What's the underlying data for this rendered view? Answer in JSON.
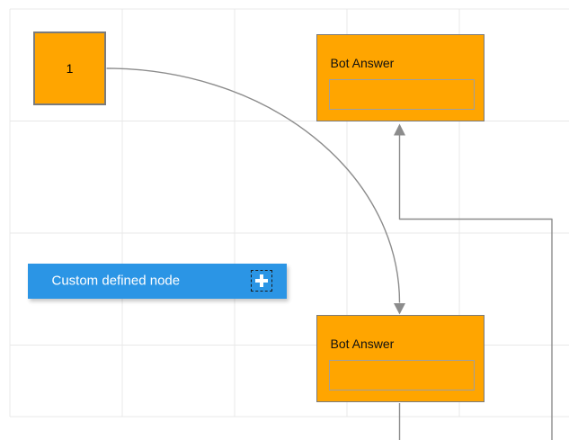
{
  "diagram": {
    "background_color": "#ffffff",
    "grid_color": "#e8e8e8",
    "connector_color": "#8c8c8c",
    "node_border_color": "#7b7b7b",
    "node_fill_color": "#ffa500",
    "custom_node_fill_color": "#2b95e5",
    "custom_node_text_color": "#ffffff",
    "nodes": {
      "start_node": {
        "label": "1"
      },
      "bot_answer_top": {
        "title": "Bot Answer",
        "field_value": ""
      },
      "bot_answer_bottom": {
        "title": "Bot Answer",
        "field_value": ""
      },
      "custom_node": {
        "label": "Custom defined node",
        "icon": "plus-icon"
      }
    }
  }
}
